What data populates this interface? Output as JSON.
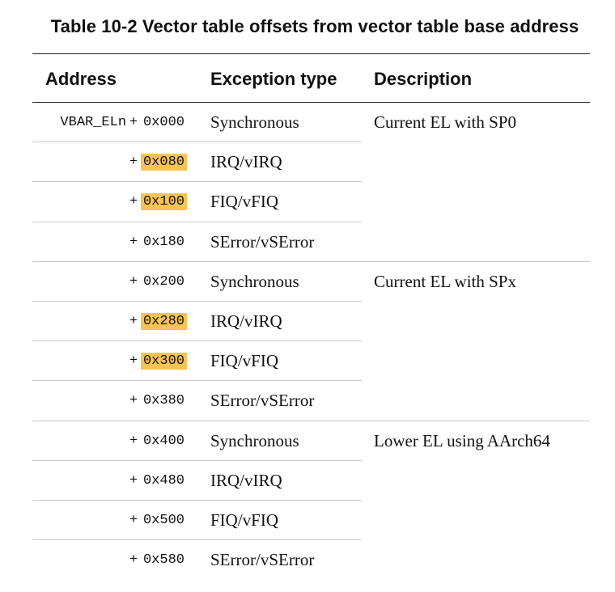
{
  "title": "Table 10-2 Vector table offsets from vector table base address",
  "headers": {
    "address": "Address",
    "exception_type": "Exception type",
    "description": "Description"
  },
  "highlight_color": "#f6c453",
  "rows": [
    {
      "prefix": "VBAR_ELn",
      "plus": "+",
      "offset": "0x000",
      "highlighted": false,
      "type": "Synchronous",
      "description": "Current EL with SP0"
    },
    {
      "prefix": "",
      "plus": "+",
      "offset": "0x080",
      "highlighted": true,
      "type": "IRQ/vIRQ",
      "description": ""
    },
    {
      "prefix": "",
      "plus": "+",
      "offset": "0x100",
      "highlighted": true,
      "type": "FIQ/vFIQ",
      "description": ""
    },
    {
      "prefix": "",
      "plus": "+",
      "offset": "0x180",
      "highlighted": false,
      "type": "SError/vSError",
      "description": ""
    },
    {
      "prefix": "",
      "plus": "+",
      "offset": "0x200",
      "highlighted": false,
      "type": "Synchronous",
      "description": "Current EL with SPx"
    },
    {
      "prefix": "",
      "plus": "+",
      "offset": "0x280",
      "highlighted": true,
      "type": "IRQ/vIRQ",
      "description": ""
    },
    {
      "prefix": "",
      "plus": "+",
      "offset": "0x300",
      "highlighted": true,
      "type": "FIQ/vFIQ",
      "description": ""
    },
    {
      "prefix": "",
      "plus": "+",
      "offset": "0x380",
      "highlighted": false,
      "type": "SError/vSError",
      "description": ""
    },
    {
      "prefix": "",
      "plus": "+",
      "offset": "0x400",
      "highlighted": false,
      "type": "Synchronous",
      "description": "Lower EL using AArch64"
    },
    {
      "prefix": "",
      "plus": "+",
      "offset": "0x480",
      "highlighted": false,
      "type": "IRQ/vIRQ",
      "description": ""
    },
    {
      "prefix": "",
      "plus": "+",
      "offset": "0x500",
      "highlighted": false,
      "type": "FIQ/vFIQ",
      "description": ""
    },
    {
      "prefix": "",
      "plus": "+",
      "offset": "0x580",
      "highlighted": false,
      "type": "SError/vSError",
      "description": ""
    }
  ]
}
